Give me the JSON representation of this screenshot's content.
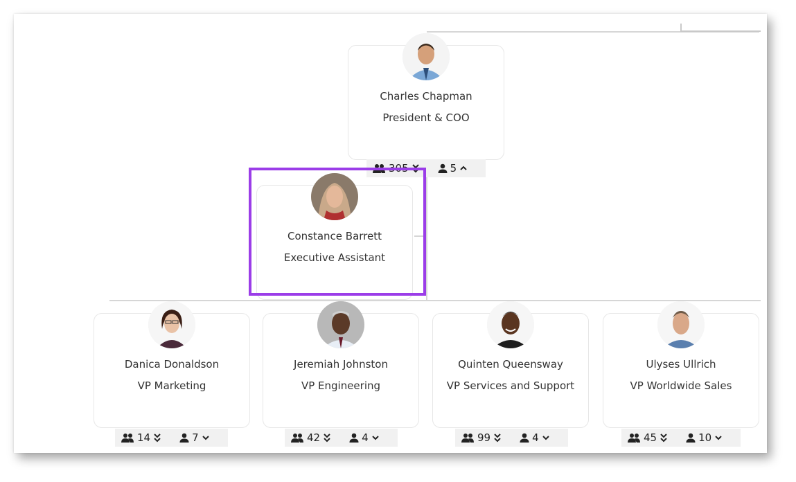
{
  "nodes": {
    "root": {
      "name": "Charles Chapman",
      "title": "President & COO",
      "team_count": "305",
      "direct_count": "5"
    },
    "assistant": {
      "name": "Constance Barrett",
      "title": "Executive Assistant"
    },
    "vp1": {
      "name": "Danica Donaldson",
      "title": "VP Marketing",
      "team_count": "14",
      "direct_count": "7"
    },
    "vp2": {
      "name": "Jeremiah Johnston",
      "title": "VP Engineering",
      "team_count": "42",
      "direct_count": "4"
    },
    "vp3": {
      "name": "Quinten Queensway",
      "title": "VP Services and Support",
      "team_count": "99",
      "direct_count": "4"
    },
    "vp4": {
      "name": "Ulyses Ullrich",
      "title": "VP Worldwide Sales",
      "team_count": "45",
      "direct_count": "10"
    }
  },
  "colors": {
    "highlight": "#9b3de8",
    "connector": "#d6d6d6",
    "stats_bg": "#f1f1f1"
  },
  "icons": [
    "people-icon",
    "person-icon",
    "double-chevron-down-icon",
    "chevron-down-icon",
    "chevron-up-icon"
  ]
}
